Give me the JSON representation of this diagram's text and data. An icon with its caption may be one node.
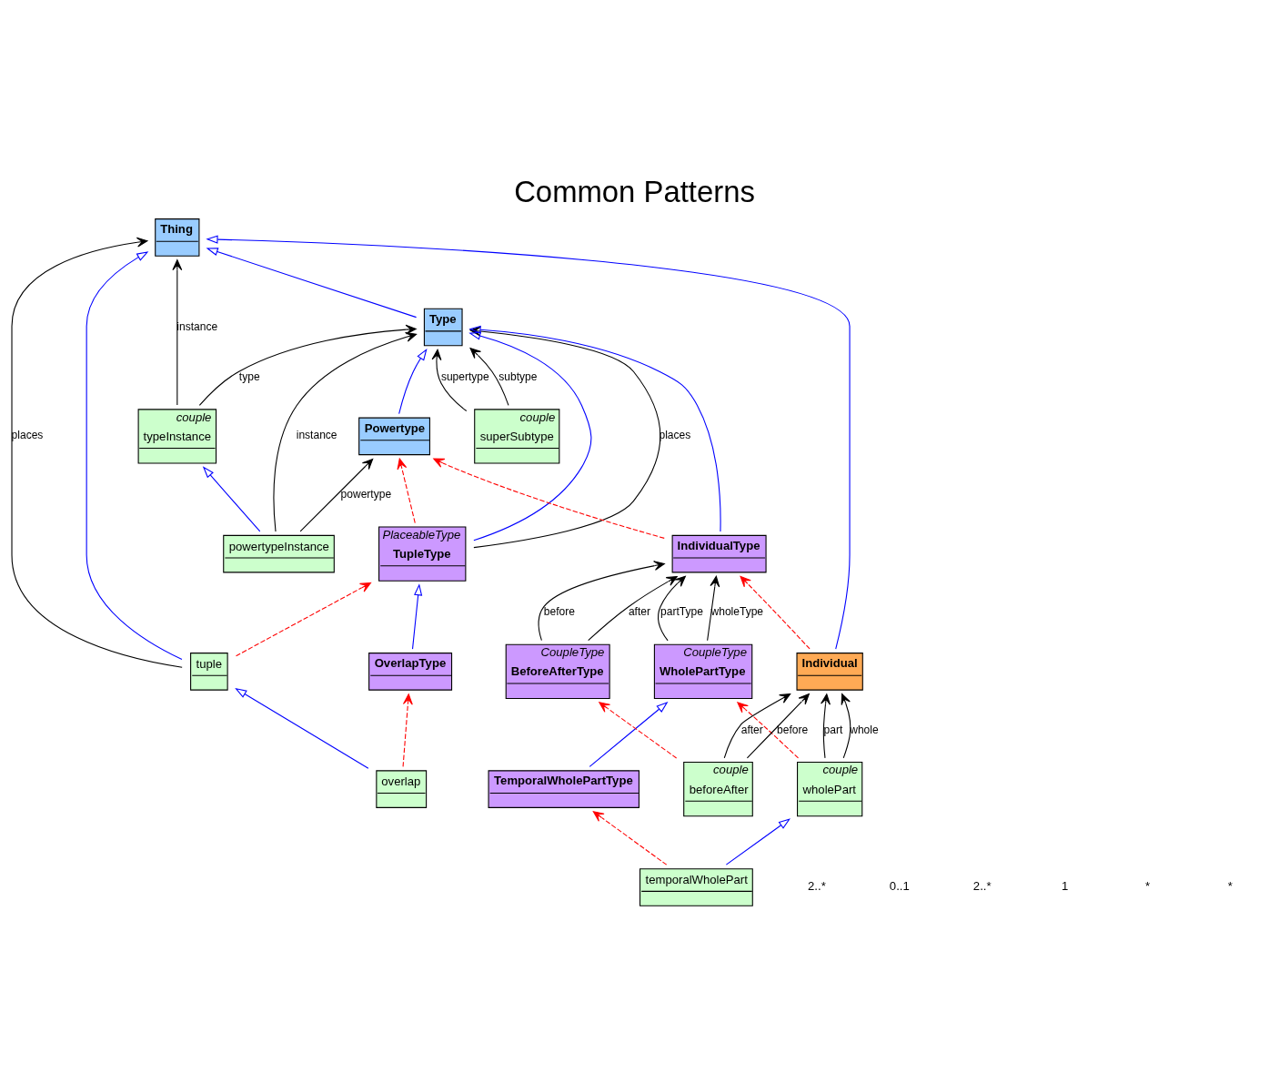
{
  "diagram": {
    "title": "Common Patterns",
    "nodes": [
      {
        "text": [
          "Thing"
        ]
      },
      {
        "text": [
          "Type"
        ]
      },
      {
        "text": [
          "couple",
          "superSubtype"
        ]
      },
      {
        "text": [
          "couple",
          "typeInstance"
        ]
      },
      {
        "text": [
          "powertypeInstance"
        ]
      },
      {
        "text": [
          "Powertype"
        ]
      },
      {
        "text": [
          "PlaceableType",
          "TupleType"
        ]
      },
      {
        "text": [
          "tuple"
        ]
      },
      {
        "text": [
          "IndividualType"
        ]
      },
      {
        "text": [
          "CoupleType",
          "WholePartType"
        ]
      },
      {
        "text": [
          "couple",
          "wholePart"
        ]
      },
      {
        "text": [
          "OverlapType"
        ]
      },
      {
        "text": [
          "overlap"
        ]
      },
      {
        "text": [
          "Individual"
        ]
      },
      {
        "text": [
          "TemporalWholePartType"
        ]
      },
      {
        "text": [
          "temporalWholePart"
        ]
      },
      {
        "text": [
          "CoupleType",
          "BeforeAfterType"
        ]
      },
      {
        "text": [
          "couple",
          "beforeAfter"
        ]
      }
    ],
    "edges": [
      {
        "from": 1,
        "to": 0,
        "arrow": "to",
        "color": "#0000ff"
      },
      {
        "from": 13,
        "to": 0,
        "arrow": "to",
        "color": "#0000ff"
      },
      {
        "from": 7,
        "to": 0,
        "arrow": "to",
        "color": "#0000ff"
      },
      {
        "from": 2,
        "to": 1,
        "arrow": "to",
        "label": "supertype"
      },
      {
        "from": 2,
        "to": 1,
        "arrow": "to",
        "label": "subtype"
      },
      {
        "from": 3,
        "to": 0,
        "arrow": "to",
        "label": "instance"
      },
      {
        "from": 3,
        "to": 1,
        "arrow": "to",
        "label": "type"
      },
      {
        "from": 7,
        "to": 0,
        "arrow": "to",
        "label": "places"
      },
      {
        "from": 4,
        "to": 3,
        "arrow": "to",
        "color": "#0000ff"
      },
      {
        "from": 4,
        "to": 1,
        "arrow": "to",
        "label": "instance"
      },
      {
        "from": 4,
        "to": 5,
        "arrow": "to",
        "label": "powertype"
      },
      {
        "from": 5,
        "to": 1,
        "arrow": "to",
        "color": "#0000ff"
      },
      {
        "from": 8,
        "to": 1,
        "arrow": "to",
        "color": "#0000ff"
      },
      {
        "from": 6,
        "to": 1,
        "arrow": "to",
        "label": "places"
      },
      {
        "from": 6,
        "to": 1,
        "arrow": "to",
        "color": "#0000ff"
      },
      {
        "from": 8,
        "to": 5,
        "arrow": "to",
        "style": "dashed",
        "color": "#ff0000"
      },
      {
        "from": 6,
        "to": 5,
        "arrow": "to",
        "style": "dashed",
        "color": "#ff0000"
      },
      {
        "from": 7,
        "to": 6,
        "arrow": "to",
        "style": "dashed",
        "color": "#ff0000"
      },
      {
        "from": 12,
        "to": 7,
        "arrow": "to",
        "color": "#0000ff"
      },
      {
        "from": 9,
        "to": 8,
        "arrow": "to",
        "label": "wholeType"
      },
      {
        "from": 9,
        "to": 8,
        "arrow": "to",
        "label": "partType"
      },
      {
        "from": 10,
        "to": 9,
        "arrow": "to",
        "style": "dashed",
        "color": "#ff0000"
      },
      {
        "from": 10,
        "to": 13,
        "arrow": "to",
        "label": "whole"
      },
      {
        "from": 10,
        "to": 13,
        "arrow": "to",
        "label": "part"
      },
      {
        "from": 11,
        "to": 6,
        "arrow": "to",
        "color": "#0000ff"
      },
      {
        "from": 14,
        "to": 9,
        "arrow": "to",
        "color": "#0000ff"
      },
      {
        "from": 12,
        "to": 11,
        "arrow": "to",
        "style": "dashed",
        "color": "#ff0000"
      },
      {
        "from": 15,
        "to": 10,
        "arrow": "to",
        "color": "#0000ff"
      },
      {
        "from": 13,
        "to": 8,
        "arrow": "to",
        "style": "dashed",
        "color": "#ff0000"
      },
      {
        "from": 15,
        "to": 14,
        "arrow": "to",
        "style": "dashed",
        "color": "#ff0000"
      },
      {
        "from": 16,
        "to": 8,
        "arrow": "to",
        "label": "before"
      },
      {
        "from": 16,
        "to": 8,
        "arrow": "to",
        "label": "after"
      },
      {
        "from": 17,
        "to": 16,
        "arrow": "to",
        "style": "dashed",
        "color": "#ff0000"
      },
      {
        "from": 17,
        "to": 13,
        "arrow": "to",
        "label": "before"
      },
      {
        "from": 17,
        "to": 13,
        "arrow": "to",
        "label": "after"
      }
    ],
    "labels": [
      "2..*",
      "0..1",
      "2..*",
      "1",
      "*",
      "*"
    ]
  }
}
